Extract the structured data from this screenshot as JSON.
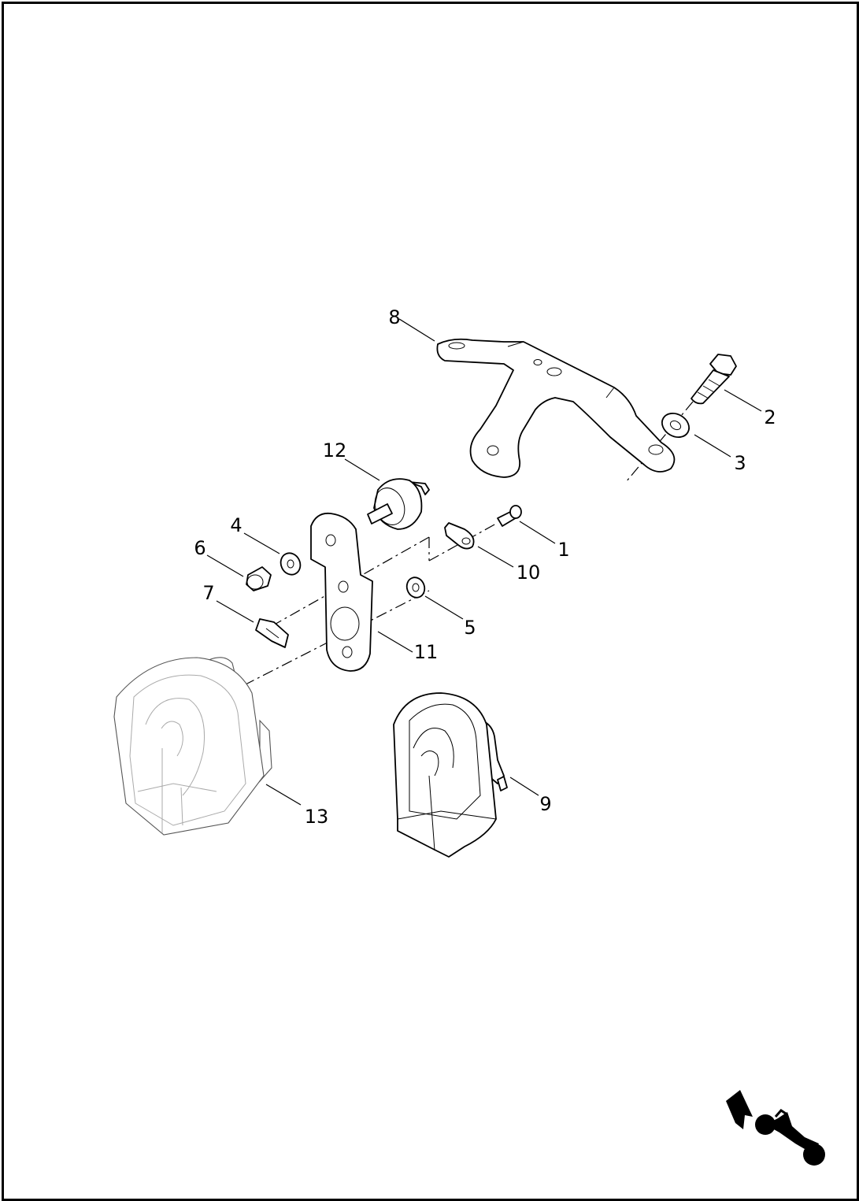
{
  "diagram": {
    "callouts": [
      "1",
      "2",
      "3",
      "4",
      "5",
      "6",
      "7",
      "8",
      "9",
      "10",
      "11",
      "12",
      "13"
    ],
    "icon": "front-direction-arrow-motorcycle-icon"
  }
}
